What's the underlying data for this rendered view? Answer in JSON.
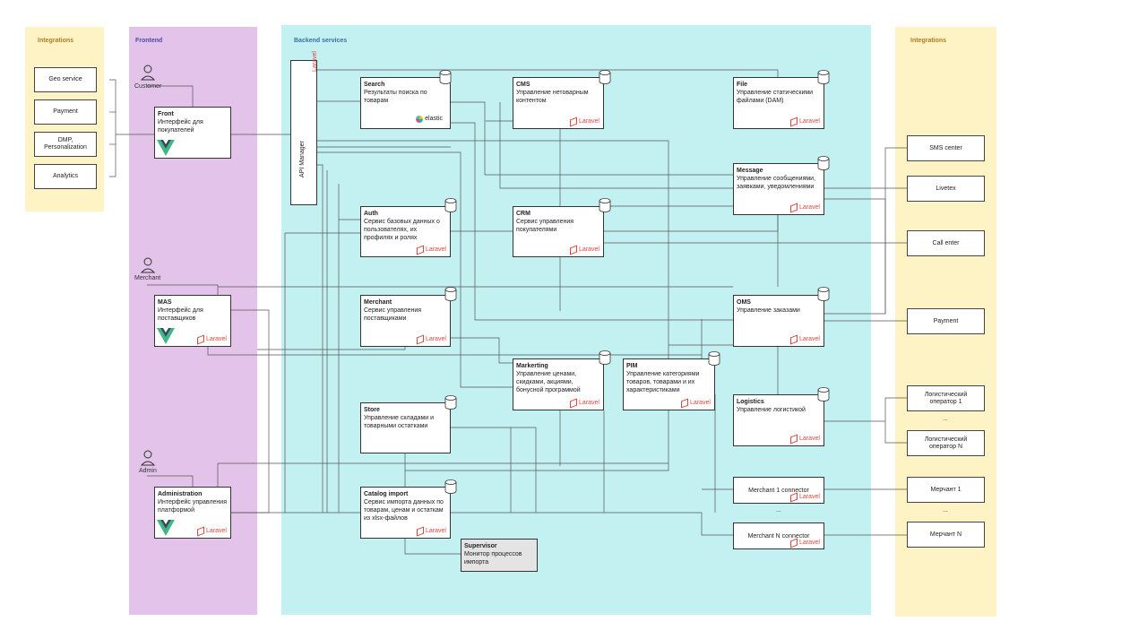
{
  "colors": {
    "integrations": "#fdf3c5",
    "frontend": "#e3c3e9",
    "backend": "#c3f0f1",
    "laravel": "#e0443c",
    "vue_dark": "#34495e",
    "vue_green": "#41b883",
    "elastic": "#00bfb3"
  },
  "zones": {
    "integrations_left": "Integrations",
    "frontend": "Frontend",
    "backend": "Backend services",
    "integrations_right": "Integrations"
  },
  "left_integrations": [
    "Geo service",
    "Payment",
    "DMP,\nPersonalization",
    "Analytics"
  ],
  "actors": {
    "customer": "Customer",
    "merchant": "Merchant",
    "admin": "Admin"
  },
  "frontends": {
    "front": {
      "title": "Front",
      "desc": "Интерфейс для покупателей"
    },
    "mas": {
      "title": "MAS",
      "desc": "Интерфейс для поставщиков"
    },
    "administration": {
      "title": "Administration",
      "desc": "Интерфейс управления платформой"
    }
  },
  "laravel_label": "Laravel",
  "elastic_label": "elastic",
  "api_manager": "API Manager",
  "services": {
    "search": {
      "title": "Search",
      "desc": "Результаты поиска по товарам"
    },
    "cms": {
      "title": "CMS",
      "desc": "Управление нетоварным контентом"
    },
    "file": {
      "title": "File",
      "desc": "Управление статическими файлами (DAM)"
    },
    "message": {
      "title": "Message",
      "desc": "Управление сообщениями, заявками, уведомлениями"
    },
    "auth": {
      "title": "Auth",
      "desc": "Сервис базовых данных о пользователях, их профилях и ролях"
    },
    "crm": {
      "title": "CRM",
      "desc": "Сервис управления покупателями"
    },
    "merchant": {
      "title": "Merchant",
      "desc": "Сервис управления поставщиками"
    },
    "oms": {
      "title": "OMS",
      "desc": "Управление заказами"
    },
    "marketing": {
      "title": "Markerting",
      "desc": "Управление ценами, скидками, акциями, бонусной программой"
    },
    "pim": {
      "title": "PIM",
      "desc": "Управление категориями товаров, товарами и их характеристиками"
    },
    "logistics": {
      "title": "Logistics",
      "desc": "Управление логистикой"
    },
    "store": {
      "title": "Store",
      "desc": "Управление складами и товарными остатками"
    },
    "catalog_import": {
      "title": "Catalog import",
      "desc": "Сервис импорта данных по товарам, ценам и остаткам из xlsx-файлов"
    },
    "supervisor": {
      "title": "Supervisor",
      "desc": "Монитор процессов импорта"
    }
  },
  "connectors": {
    "merchant1": "Merchant 1 connector",
    "merchantN": "Merchant N connector",
    "dots": "..."
  },
  "right_integrations": {
    "sms": "SMS center",
    "livetex": "Livetex",
    "call": "Call enter",
    "payment": "Payment",
    "log1": "Логистический\nоператор 1",
    "dots1": "...",
    "logN": "Логистический\nоператор N",
    "m1": "Мерчант 1",
    "dots2": "...",
    "mN": "Мерчант N"
  }
}
